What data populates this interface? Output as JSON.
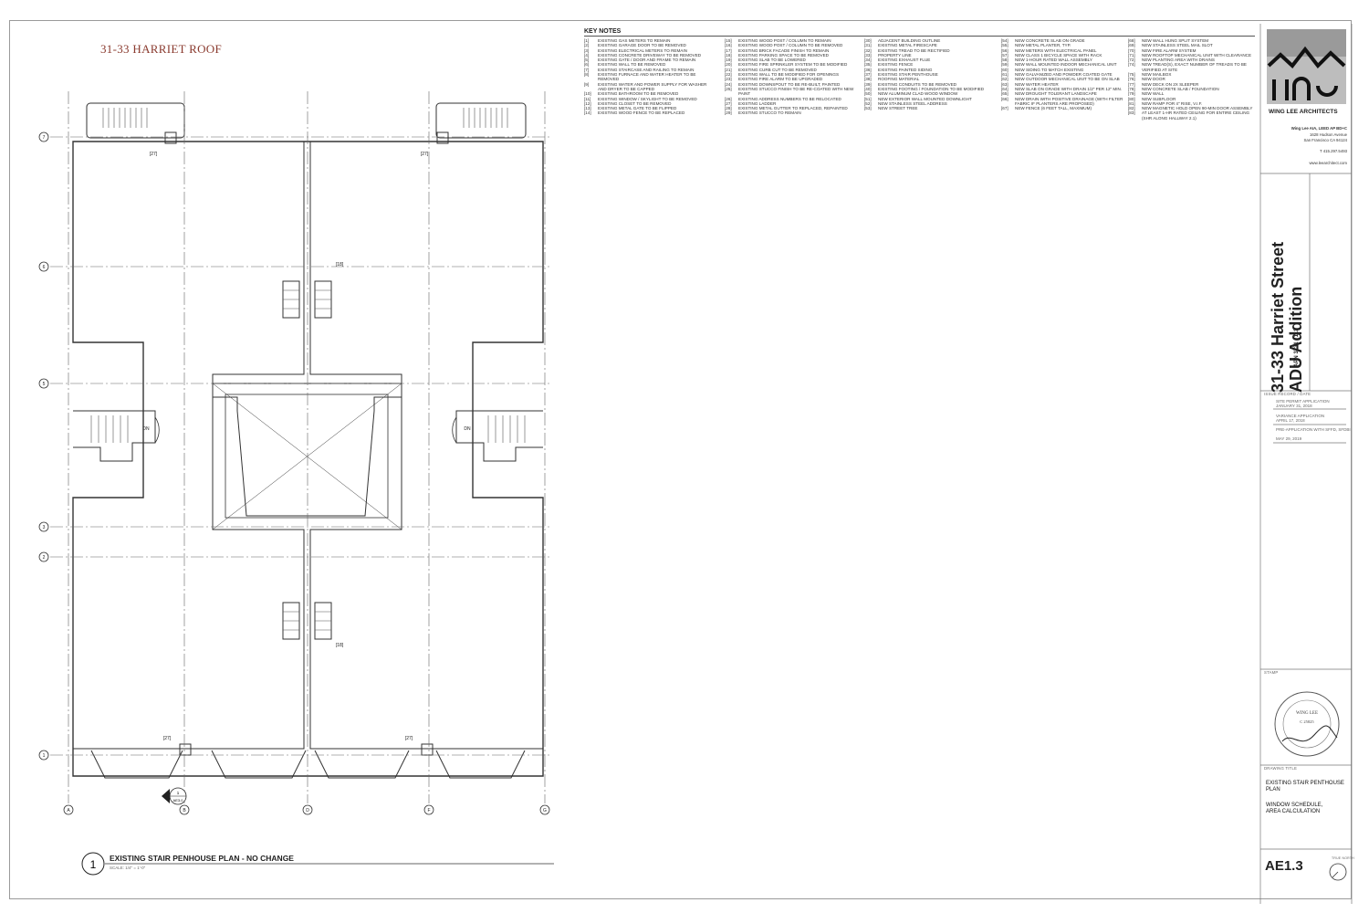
{
  "roof_title": "31-33 HARRIET ROOF",
  "key_notes": {
    "heading": "KEY NOTES",
    "columns": [
      [
        [
          "[1]",
          "EXISTING GAS METERS TO REMAIN"
        ],
        [
          "[2]",
          "EXISTING GARAGE DOOR TO BE REMOVED"
        ],
        [
          "[3]",
          "EXISTING ELECTRICAL METERS TO REMAIN"
        ],
        [
          "[4]",
          "EXISTING CONCRETE DRIVEWAY TO BE REMOVED"
        ],
        [
          "[5]",
          "EXISTING GATE / DOOR AND FRAME TO REMAIN"
        ],
        [
          "[6]",
          "EXISTING WALL TO BE REMOVED"
        ],
        [
          "[7]",
          "EXISTING STAIRCASE AND RAILING TO REMAIN"
        ],
        [
          "[8]",
          "EXISTING FURNACE AND WATER HEATER TO BE REMOVED"
        ],
        [
          "[9]",
          "EXISTING WATER AND POWER SUPPLY FOR WASHER AND DRYER TO BE CAPPED"
        ],
        [
          "[10]",
          "EXISTING BATHROOM TO BE REMOVED"
        ],
        [
          "[11]",
          "EXISTING WINDOW / SKYLIGHT TO BE REMOVED"
        ],
        [
          "[12]",
          "EXISTING CLOSET TO BE REMOVED"
        ],
        [
          "[13]",
          "EXISTING METAL GATE TO BE FLIPPED"
        ],
        [
          "[14]",
          "EXISTING WOOD FENCE TO BE REPLACED"
        ]
      ],
      [
        [
          "[15]",
          "EXISTING WOOD POST / COLUMN TO REMAIN"
        ],
        [
          "[16]",
          "EXISTING WOOD POST / COLUMN TO BE REMOVED"
        ],
        [
          "[17]",
          "EXISTING BRICK FACADE FINISH TO REMAIN"
        ],
        [
          "[18]",
          "EXISTING PARKING SPACE TO BE REMOVED"
        ],
        [
          "[19]",
          "EXISTING SLAB TO BE LOWERED"
        ],
        [
          "[20]",
          "EXISTING FIRE SPRINKLER SYSTEM TO BE MODIFIED"
        ],
        [
          "[21]",
          "EXISTING CURB CUT TO BE REMOVED"
        ],
        [
          "[22]",
          "EXISTING WALL TO BE MODIFIED FOR OPENINGS"
        ],
        [
          "[23]",
          "EXISTING FIRE ALARM TO BE UPGRADED"
        ],
        [
          "[24]",
          "EXISTING DOWNSPOUT TO BE RE-BUILT, PAINTED"
        ],
        [
          "[25]",
          "EXISTING STUCCO FINISH TO BE RE-COATED WITH NEW PAINT"
        ],
        [
          "[26]",
          "EXISTING ADDRESS NUMBERS TO BE RELOCATED"
        ],
        [
          "[27]",
          "EXISTING LADDER"
        ],
        [
          "[28]",
          "EXISTING METAL GUTTER TO REPLACED, REPAINTED"
        ],
        [
          "[29]",
          "EXISTING STUCCO TO REMAIN"
        ]
      ],
      [
        [
          "[30]",
          "ADJACENT BUILDING OUTLINE"
        ],
        [
          "[31]",
          "EXISTING METAL FIRESCAPE"
        ],
        [
          "[32]",
          "EXISTING TREAD TO BE RECTIFIED"
        ],
        [
          "[33]",
          "PROPERTY LINE"
        ],
        [
          "[34]",
          "EXISTING EXHAUST FLUE"
        ],
        [
          "[35]",
          "EXISTING FENCE"
        ],
        [
          "[36]",
          "EXISTING PAINTED SIDING"
        ],
        [
          "[37]",
          "EXISTING STAIR PENTHOUSE"
        ],
        [
          "[38]",
          "ROOFING MATERIAL"
        ],
        [
          "[39]",
          "EXISTING CONDUITS TO BE REMOVED"
        ],
        [
          "[40]",
          "EXISTING FOOTING / FOUNDATION TO BE MODIFIED"
        ],
        [
          "[50]",
          "NEW ALUMINUM CLAD WOOD WINDOW"
        ],
        [
          "[51]",
          "NEW EXTERIOR WALL MOUNTED DOWNLIGHT"
        ],
        [
          "[52]",
          "NEW STAINLESS STEEL ADDRESS"
        ],
        [
          "[53]",
          "NEW STREET TREE"
        ]
      ],
      [
        [
          "[54]",
          "NEW CONCRETE SLAB ON GRADE"
        ],
        [
          "[55]",
          "NEW METAL PLANTER, TYP."
        ],
        [
          "[56]",
          "NEW METERS WITH ELECTRICAL PANEL"
        ],
        [
          "[57]",
          "NEW CLASS 1 BICYCLE SPACE WITH RACK"
        ],
        [
          "[58]",
          "NEW 1-HOUR RATED WALL ASSEMBLY"
        ],
        [
          "[59]",
          "NEW WALL MOUNTED INDOOR MECHANICAL UNIT"
        ],
        [
          "[60]",
          "NEW SIDING TO MATCH EXISTING"
        ],
        [
          "[61]",
          "NEW GALVANIZED AND POWDER COATED GATE"
        ],
        [
          "[62]",
          "NEW OUTDOOR MECHANICAL UNIT TO BE ON SLAB"
        ],
        [
          "[63]",
          "NEW WATER HEATER"
        ],
        [
          "[64]",
          "NEW SLAB ON GRADE WITH DRAIN 1/2\" PER 12\" MIN."
        ],
        [
          "[65]",
          "NEW DROUGHT TOLERANT LANDSCAPE"
        ],
        [
          "[66]",
          "NEW DRAIN WITH POSITIVE DRAINAGE (WITH FILTER FABRIC IF PLANTERS ARE PROPOSED)"
        ],
        [
          "[67]",
          "NEW FENCE (6 FEET TALL, MAXIMUM)"
        ]
      ],
      [
        [
          "[68]",
          "NEW WALL HUNG SPLIT SYSTEM"
        ],
        [
          "[69]",
          "NEW STAINLESS STEEL MAIL SLOT"
        ],
        [
          "[70]",
          "NEW FIRE ALARM SYSTEM"
        ],
        [
          "[71]",
          "NEW ROOFTOP MECHANICAL UNIT WITH CLEARANCE"
        ],
        [
          "[72]",
          "NEW PLANTING AREA WITH DRAINS"
        ],
        [
          "[74]",
          "NEW TREAD(S), EXACT NUMBER OF TREADS TO BE VERIFIED AT SITE"
        ],
        [
          "[75]",
          "NEW MAILBOX"
        ],
        [
          "[76]",
          "NEW DOOR"
        ],
        [
          "[77]",
          "NEW DECK ON 2X SLEEPER"
        ],
        [
          "[78]",
          "NEW CONCRETE SLAB / FOUNDATION"
        ],
        [
          "[79]",
          "NEW WALL"
        ],
        [
          "[80]",
          "NEW SUBFLOOR"
        ],
        [
          "[81]",
          "NEW RAMP FOR 4\" RISE, V.I.F."
        ],
        [
          "[82]",
          "NEW MAGNETIC HOLD OPEN 90-MIN DOOR ASSEMBLY"
        ],
        [
          "[83]",
          "AT LEAST 1-HR RATED CEILING FOR ENTIRE CEILING (SHR ALONG HALLWAY 2.1)"
        ]
      ]
    ]
  },
  "plan": {
    "grid_rows": [
      "7",
      "6",
      "5",
      "3",
      "2",
      "1"
    ],
    "grid_cols": [
      "A",
      "B",
      "D",
      "F",
      "G"
    ],
    "tags": {
      "ladder": "[27]",
      "penthouse": "[18]",
      "stair_dn": "DN"
    },
    "section_marker": {
      "top": "1",
      "bottom": "AE3.0"
    }
  },
  "title_block": {
    "firm_name": "WING LEE ARCHITECTS",
    "firm_person": "Wing Lee AIA, LEED AP BD+C",
    "address_1": "1628 Hudson Avenue",
    "address_2": "San Francisco CA 94124",
    "phone": "T 415.297.5493",
    "website": "www.leearchitect.com",
    "project_title_1": "31-33 Harriet Street",
    "project_title_2": "ADU Addition",
    "apn": "APN 3731 / 113",
    "issue_heading": "ISSUE RECORD / DATE",
    "issues": [
      "SITE PERMIT APPLICATION",
      "JANUARY 31, 2018",
      "VARIANCE APPLICATION",
      "APRIL 17, 2018",
      "PRE-APPLICATION WITH SFFD, SFDBI",
      "MAY 29, 2019"
    ],
    "stamp_heading": "STAMP",
    "stamp_text": "WING LEE",
    "stamp_number": "C 25825",
    "drawing_title_heading": "DRAWING TITLE",
    "drawing_title_lines": [
      "EXISTING STAIR PENTHOUSE",
      "PLAN",
      "",
      "WINDOW SCHEDULE,",
      "AREA CALCULATION"
    ],
    "sheet_number": "AE1.3",
    "north_label": "TRUE NORTH"
  },
  "view": {
    "number": "1",
    "title": "EXISTING STAIR PENHOUSE PLAN - NO CHANGE",
    "scale": "SCALE: 1/4\" = 1'-0\""
  }
}
